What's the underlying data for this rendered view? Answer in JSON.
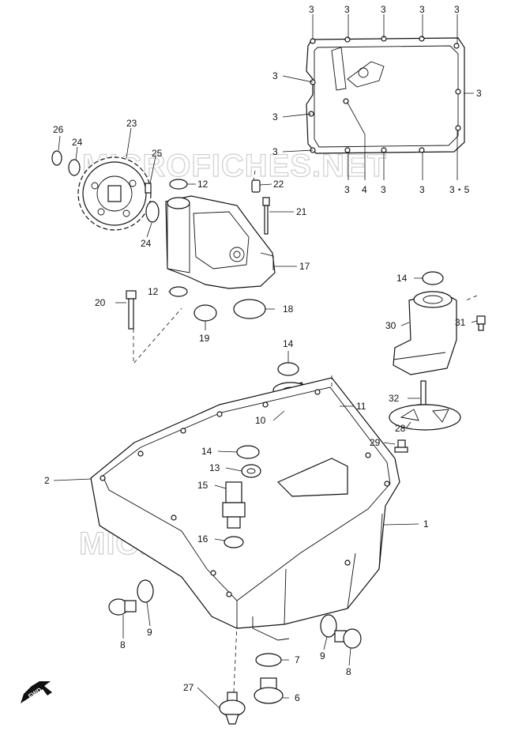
{
  "watermark": {
    "text": "MICROFICHES.NET"
  },
  "fwd_label": "FWD",
  "callouts": [
    {
      "id": "c3a",
      "text": "3"
    },
    {
      "id": "c3b",
      "text": "3"
    },
    {
      "id": "c3c",
      "text": "3"
    },
    {
      "id": "c3d",
      "text": "3"
    },
    {
      "id": "c3e",
      "text": "3"
    },
    {
      "id": "c3f",
      "text": "3"
    },
    {
      "id": "c3g",
      "text": "3"
    },
    {
      "id": "c3h",
      "text": "3"
    },
    {
      "id": "c3i",
      "text": "3"
    },
    {
      "id": "c3j",
      "text": "3"
    },
    {
      "id": "c3k",
      "text": "3"
    },
    {
      "id": "c3l",
      "text": "3"
    },
    {
      "id": "c4",
      "text": "4"
    },
    {
      "id": "c35",
      "text": "3・5"
    },
    {
      "id": "c26",
      "text": "26"
    },
    {
      "id": "c24a",
      "text": "24"
    },
    {
      "id": "c23",
      "text": "23"
    },
    {
      "id": "c25",
      "text": "25"
    },
    {
      "id": "c12a",
      "text": "12"
    },
    {
      "id": "c22",
      "text": "22"
    },
    {
      "id": "c21",
      "text": "21"
    },
    {
      "id": "c24b",
      "text": "24"
    },
    {
      "id": "c17",
      "text": "17"
    },
    {
      "id": "c20",
      "text": "20"
    },
    {
      "id": "c12b",
      "text": "12"
    },
    {
      "id": "c18",
      "text": "18"
    },
    {
      "id": "c19",
      "text": "19"
    },
    {
      "id": "c14a",
      "text": "14"
    },
    {
      "id": "c30",
      "text": "30"
    },
    {
      "id": "c31",
      "text": "31"
    },
    {
      "id": "c14b",
      "text": "14"
    },
    {
      "id": "c11",
      "text": "11"
    },
    {
      "id": "c10",
      "text": "10"
    },
    {
      "id": "c32",
      "text": "32"
    },
    {
      "id": "c28",
      "text": "28"
    },
    {
      "id": "c29",
      "text": "29"
    },
    {
      "id": "c14c",
      "text": "14"
    },
    {
      "id": "c13",
      "text": "13"
    },
    {
      "id": "c2",
      "text": "2"
    },
    {
      "id": "c15",
      "text": "15"
    },
    {
      "id": "c1",
      "text": "1"
    },
    {
      "id": "c16",
      "text": "16"
    },
    {
      "id": "c8a",
      "text": "8"
    },
    {
      "id": "c9a",
      "text": "9"
    },
    {
      "id": "c7",
      "text": "7"
    },
    {
      "id": "c9b",
      "text": "9"
    },
    {
      "id": "c8b",
      "text": "8"
    },
    {
      "id": "c6",
      "text": "6"
    },
    {
      "id": "c27",
      "text": "27"
    }
  ]
}
